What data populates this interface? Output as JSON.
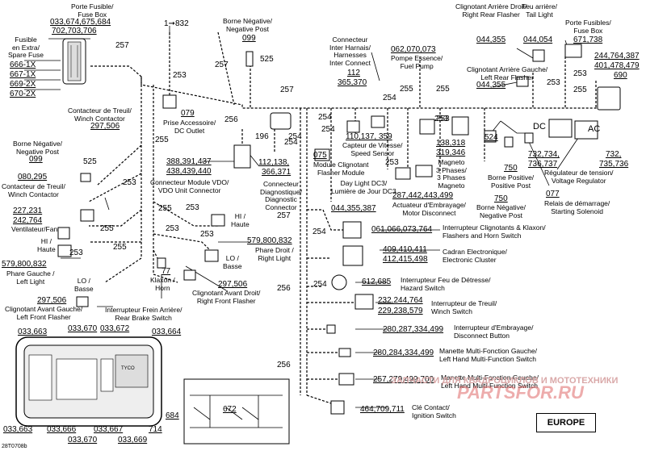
{
  "labels": {
    "fuse_box_top": "Porte Fusible/\nFuse Box",
    "fuse_box_top_nums": "033,674,675,684",
    "fuse_box_top_nums2": "702,703,706",
    "spare_fuse": "Fusible\nen Extra/\nSpare Fuse",
    "spare_1": "666-1X",
    "spare_2": "667-1X",
    "spare_3": "669-2X",
    "spare_4": "670-2X",
    "ref_832": "1➞832",
    "neg_post_top": "Borne Négative/\nNegative Post",
    "neg_post_top_num": "099",
    "harness_connector": "Connecteur\nInter Harnais/\nHarnesses\nInter Connect",
    "harness_nums_a": "112",
    "harness_nums_b": "365,370",
    "fuel_pump_nums": "062,070,073",
    "fuel_pump": "Pompe Essence/\nFuel Pump",
    "rear_right_flasher": "Clignotant Arrière Droit/\nRight Rear Flasher",
    "rear_right_nums": "044,355",
    "tail_light": "Feu arrière/\nTail Light",
    "tail_light_nums": "044,054",
    "fuse_box_right": "Porte Fusibles/\nFuse Box",
    "fuse_box_right_nums": "671,738",
    "right_nums_1": "244,764,387",
    "right_nums_2": "401,478,479",
    "right_nums_3": "690",
    "rear_left_flasher": "Clignotant Arrière Gauche/\nLeft Rear Flasher",
    "rear_left_nums": "044,355",
    "winch_contactor_top": "Contacteur de Treuil/\nWinch Contactor",
    "winch_contactor_top_num": "297,506",
    "dc_outlet": "Prise Accessoire/\nDC Outlet",
    "dc_outlet_num": "079",
    "neg_post_left": "Borne Négative/\nNegative Post",
    "neg_post_left_num": "099",
    "winch_contactor_left_num": "080,295",
    "winch_contactor_left": "Contacteur de Treuil/\nWinch Contactor",
    "fan_nums_a": "227,231",
    "fan_nums_b": "242,764",
    "fan": "Ventilateur/Fan",
    "vdo_nums_a": "388,391,437",
    "vdo_nums_b": "438,439,440",
    "vdo": "Connecteur Module VDO/\nVDO Unit Connector",
    "diag_nums_a": "112,138,",
    "diag_nums_b": "366,371",
    "diag": "Connecteur\nDiagnostique/\nDiagnostic\nConnector",
    "speed_sensor_nums": "110,137, 359",
    "speed_sensor": "Capteur de Vitesse/\nSpeed Sensor",
    "flasher_module_num": "075",
    "flasher_module": "Module Clignotant\nFlasher Module",
    "magneto_nums_a": "138,318",
    "magneto_nums_b": "319,346",
    "magneto": "Magneto\n3 Phases/\n3 Phases\nMagneto",
    "dc_label": "DC",
    "ac_label": "AC",
    "reg_nums_a": "732,734,",
    "reg_nums_b": "736,737",
    "reg_nums_c": "732,",
    "reg_nums_d": "735,736",
    "regulator": "Régulateur de tension/\nVoltage Regulator",
    "pos_post_num": "524",
    "pos_post_num2": "750",
    "pos_post": "Borne Positive/\nPositive Post",
    "neg_post_mid_num": "750",
    "neg_post_mid": "Borne Négative/\nNegative Post",
    "starting_solenoid_num": "077",
    "starting_solenoid": "Relais de démarrage/\nStarting Solenoid",
    "daylight": "Day Light DC3/\nLumière de Jour DC3",
    "daylight_nums": "044,355,387",
    "clutch_nums": "287,442,443,499",
    "clutch": "Actuateur d'Embrayage/\nMotor Disconnect",
    "hi_right": "HI /\nHaute",
    "right_light_nums": "579,800,832",
    "right_light": "Phare Droit /\nRight Light",
    "lo_right": "LO /\nBasse",
    "hi_left": "HI /\nHaute",
    "left_light_nums": "579,800,832",
    "left_light": "Phare Gauche /\nLeft Light",
    "lo_left": "LO /\nBasse",
    "horn_num": "77",
    "horn": "Klaxon /\nHorn",
    "front_right_num": "297,506",
    "front_right": "Clignotant Avant Droit/\nRight Front Flasher",
    "front_left_num": "297,506",
    "front_left": "Clignotant Avant Gauche/\nLeft Front Flasher",
    "rear_brake": "Interrupteur Frein Arrière/\nRear Brake Switch",
    "flasher_klaxon_nums": "061,066,073,764",
    "flasher_klaxon": "Interrupteur Clignotants & Klaxon/\nFlashers and Horn Switch",
    "cluster_nums_a": "409,410,411",
    "cluster_nums_b": "412,415,498",
    "cluster": "Cadran Electronique/\nElectronic Cluster",
    "hazard_nums": "612,685",
    "hazard": "Interrupteur Feu de Détresse/\nHazard Switch",
    "winch_switch_nums_a": "232,244,764",
    "winch_switch_nums_b": "229,238,579",
    "winch_switch": "Interrupteur de Treuil/\nWinch Switch",
    "disconnect_nums": "280,287,334,499",
    "disconnect": "Interrupteur d'Embrayage/\nDisconnect Button",
    "lh_multi_nums": "280,284,334,499",
    "lh_multi": "Manette Multi-Fonction Gauche/\nLeft Hand Multi-Function Switch",
    "lh_multi2_nums": "257,279,499,700",
    "lh_multi2": "Manette Multi-Fonction Gauche/\nLeft Hand Multi-Function Switch",
    "ignition_nums": "464,709,711",
    "ignition": "Clé Contact/\nIgnition Switch",
    "fb_033_663a": "033,663",
    "fb_033_670a": "033,670",
    "fb_033_672": "033,672",
    "fb_033_664": "033,664",
    "fb_033_663b": "033,663",
    "fb_033_666": "033,666",
    "fb_033_667": "033,667",
    "fb_033_670b": "033,670",
    "fb_033_669": "033,669",
    "fb_714": "714",
    "fb_684": "684",
    "relay_672": "672",
    "region": "EUROPE",
    "footer_code": "28T0708b",
    "watermark": "ЗАПЧАСТИ ДЛЯ КВАДРОЦИКЛОВ И МОТОТЕХНИКИ",
    "watermark_logo": "PARTSFOR.RU"
  },
  "wire_numbers": [
    "257",
    "257",
    "253",
    "255",
    "256",
    "257",
    "255",
    "253",
    "254",
    "254",
    "255",
    "255",
    "253",
    "253",
    "253",
    "257",
    "256",
    "254",
    "254",
    "196",
    "255",
    "253",
    "253",
    "253",
    "255",
    "255",
    "253",
    "254",
    "256",
    "253",
    "253",
    "254",
    "254",
    "257"
  ]
}
